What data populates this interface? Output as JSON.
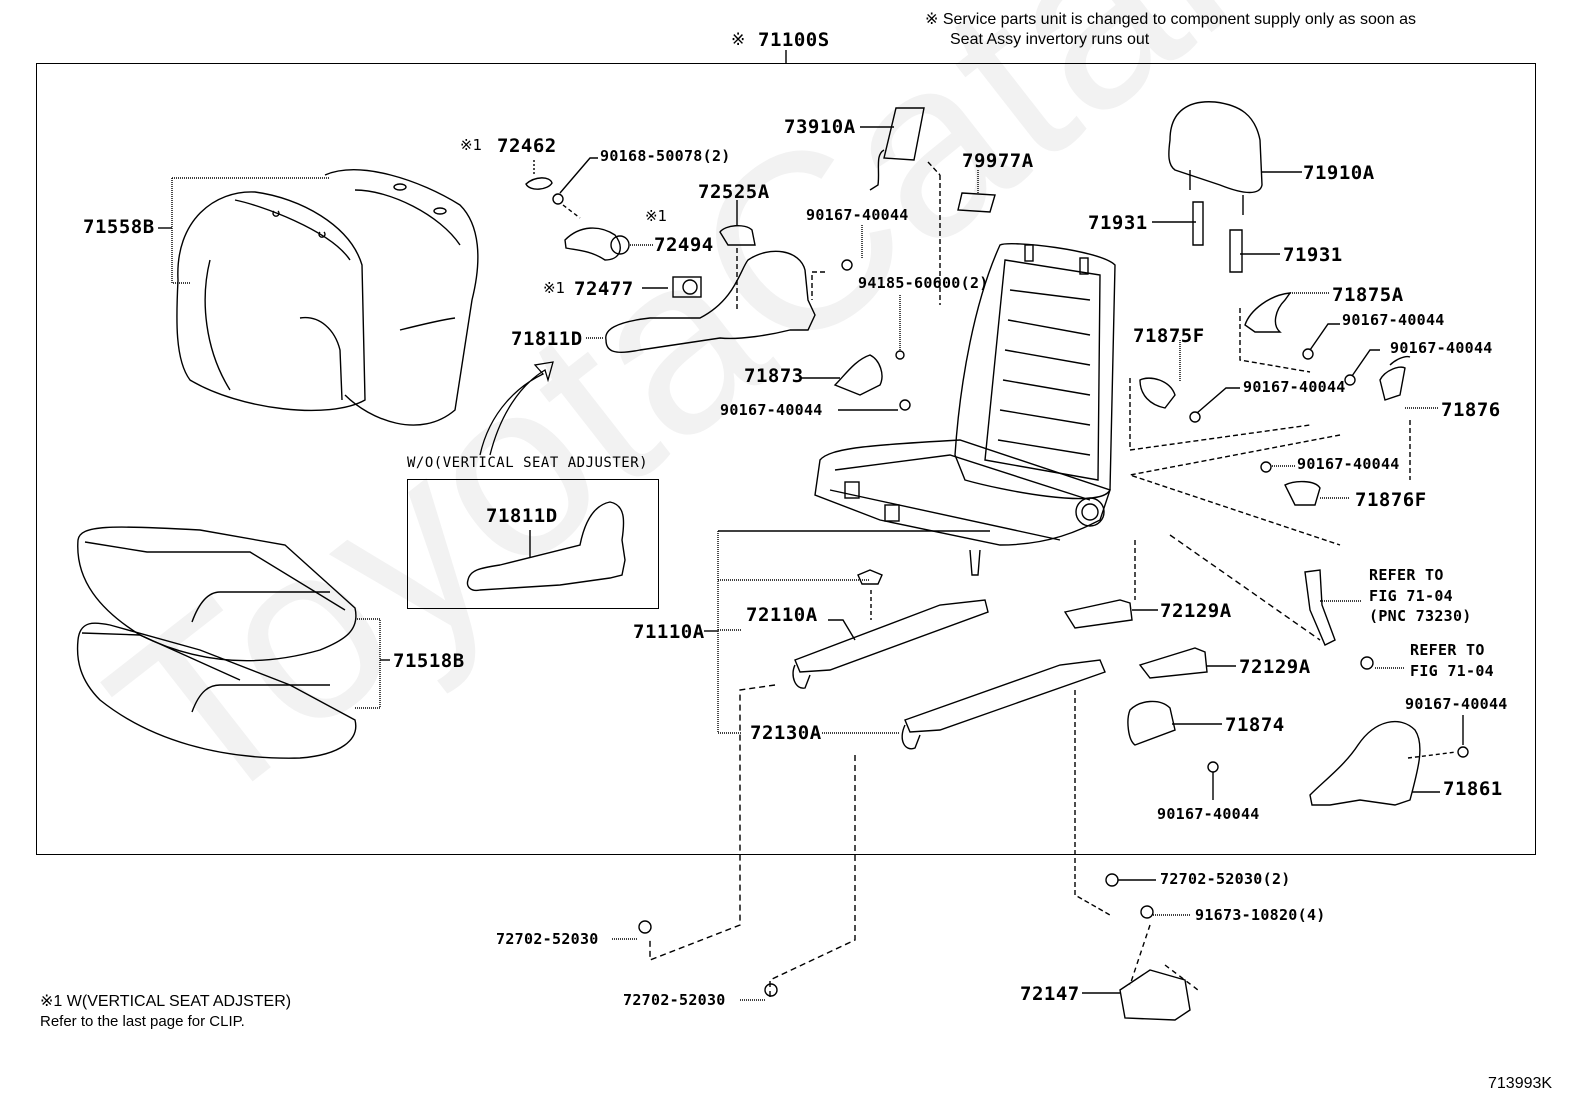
{
  "diagram": {
    "title_part": "71100S",
    "title_mark": "※",
    "service_note": {
      "mark": "※",
      "line1": "Service parts unit is changed to component supply only as soon as",
      "line2": "Seat Assy invertory runs out"
    },
    "watermark": "ToyotaCatalogue.ru",
    "footnote": {
      "mark": "※1",
      "line1": "W(VERTICAL SEAT ADJSTER)",
      "line2": "Refer to the last page for CLIP."
    },
    "figure_code": "713993K",
    "inset": {
      "caption": "W/O(VERTICAL SEAT ADJUSTER)",
      "part": "71811D"
    }
  },
  "parts": [
    {
      "id": "71558B",
      "mark": ""
    },
    {
      "id": "72462",
      "mark": "※1"
    },
    {
      "id": "90168-50078(2)",
      "mark": ""
    },
    {
      "id": "72525A",
      "mark": ""
    },
    {
      "id": "72494",
      "mark": "※1"
    },
    {
      "id": "72477",
      "mark": "※1"
    },
    {
      "id": "71811D",
      "mark": ""
    },
    {
      "id": "73910A",
      "mark": ""
    },
    {
      "id": "79977A",
      "mark": ""
    },
    {
      "id": "90167-40044",
      "mark": ""
    },
    {
      "id": "94185-60600(2)",
      "mark": ""
    },
    {
      "id": "71873",
      "mark": ""
    },
    {
      "id": "90167-40044",
      "mark": ""
    },
    {
      "id": "71910A",
      "mark": ""
    },
    {
      "id": "71931",
      "mark": ""
    },
    {
      "id": "71931",
      "mark": ""
    },
    {
      "id": "71875A",
      "mark": ""
    },
    {
      "id": "90167-40044",
      "mark": ""
    },
    {
      "id": "71875F",
      "mark": ""
    },
    {
      "id": "90167-40044",
      "mark": ""
    },
    {
      "id": "90167-40044",
      "mark": ""
    },
    {
      "id": "71876",
      "mark": ""
    },
    {
      "id": "90167-40044",
      "mark": ""
    },
    {
      "id": "71876F",
      "mark": ""
    },
    {
      "id": "71518B",
      "mark": ""
    },
    {
      "id": "71110A",
      "mark": ""
    },
    {
      "id": "72110A",
      "mark": ""
    },
    {
      "id": "72130A",
      "mark": ""
    },
    {
      "id": "72129A",
      "mark": ""
    },
    {
      "id": "72129A",
      "mark": ""
    },
    {
      "id": "71874",
      "mark": ""
    },
    {
      "id": "90167-40044",
      "mark": ""
    },
    {
      "id": "90167-40044",
      "mark": ""
    },
    {
      "id": "71861",
      "mark": ""
    },
    {
      "id": "72702-52030",
      "mark": ""
    },
    {
      "id": "72702-52030",
      "mark": ""
    },
    {
      "id": "72702-52030(2)",
      "mark": ""
    },
    {
      "id": "91673-10820(4)",
      "mark": ""
    },
    {
      "id": "72147",
      "mark": ""
    }
  ],
  "references": [
    {
      "line1": "REFER TO",
      "line2": "FIG 71-04",
      "line3": "(PNC 73230)"
    },
    {
      "line1": "REFER TO",
      "line2": "FIG 71-04"
    }
  ]
}
